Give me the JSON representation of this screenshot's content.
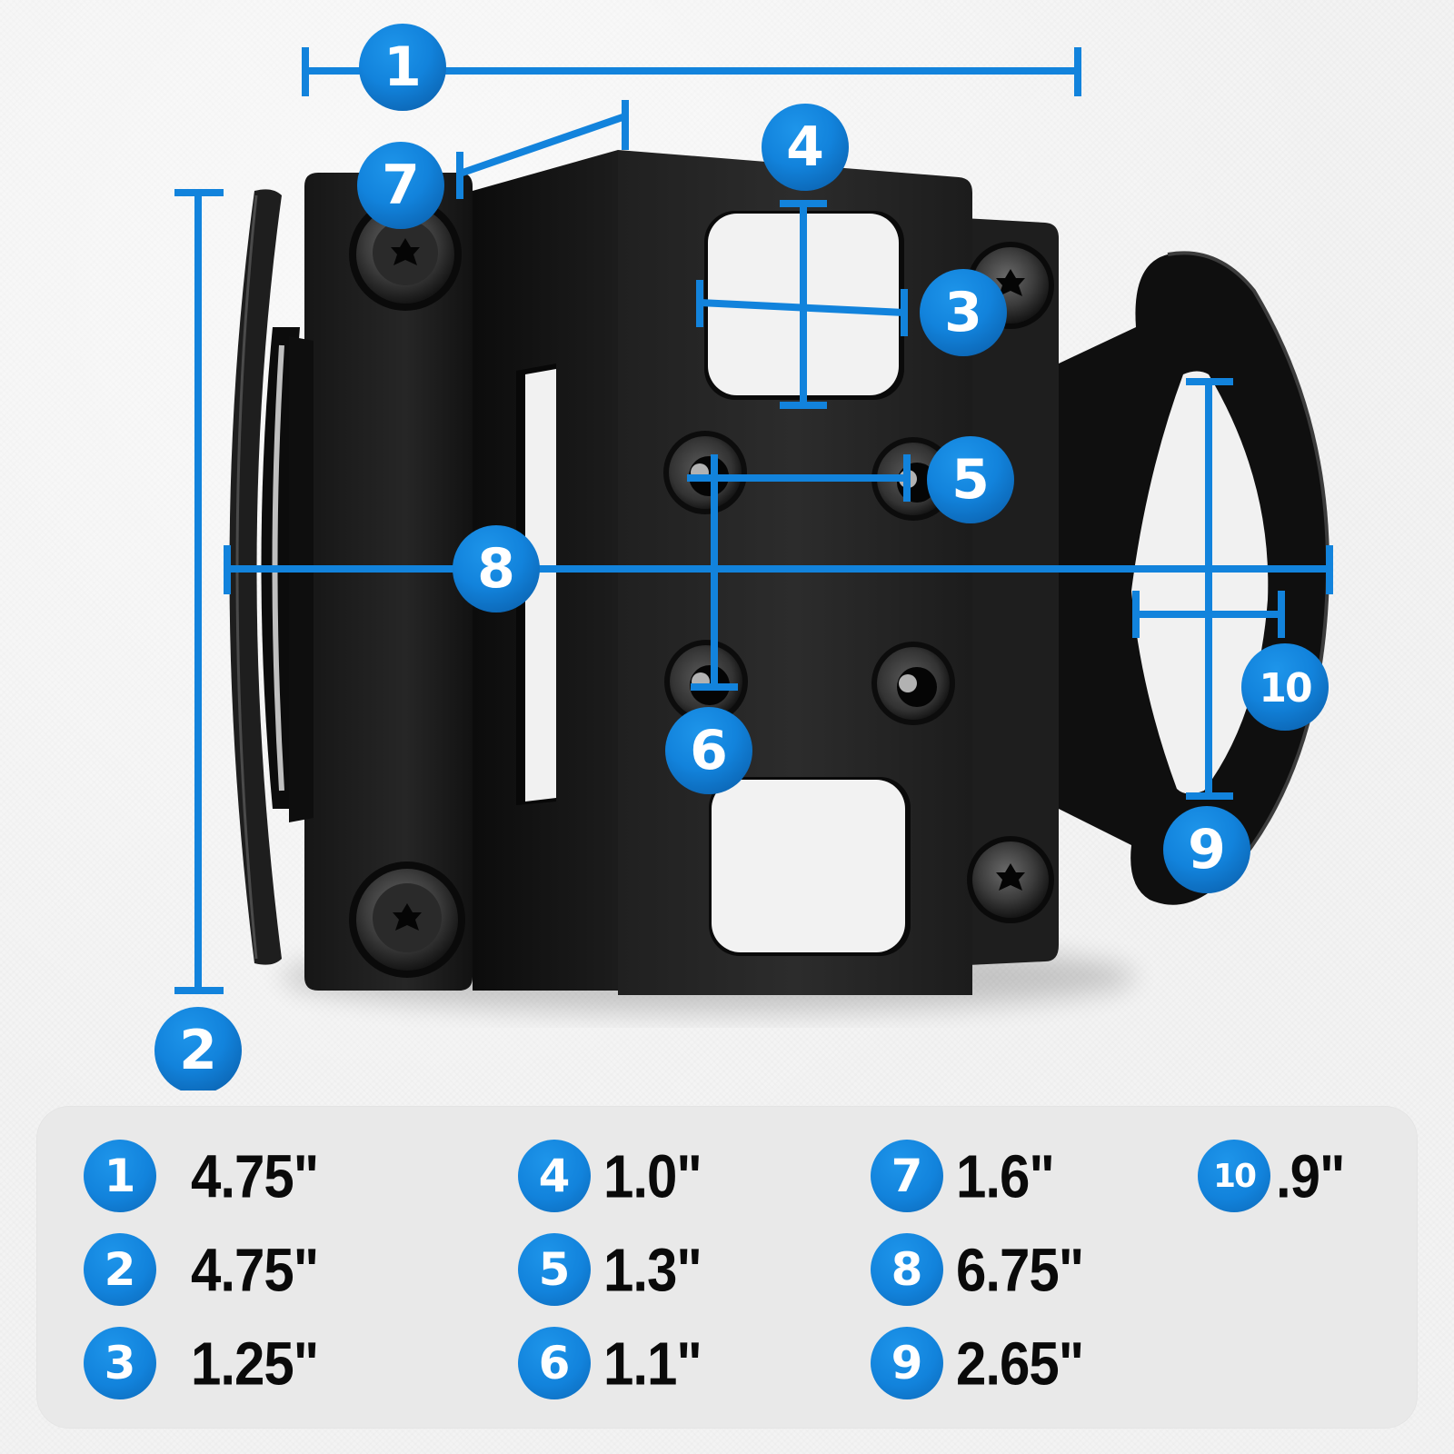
{
  "colors": {
    "accent_blue": "#1283dc",
    "accent_blue_dark": "#0c67b6",
    "bracket_black": "#1a1a1a",
    "background": "#f3f3f3",
    "legend_panel": "#e9e9e9",
    "text": "#0a0a0a"
  },
  "diagram": {
    "subject": "black steel mounting bracket with screws",
    "callouts": [
      {
        "id": "1",
        "label": "1",
        "description": "overall top width"
      },
      {
        "id": "2",
        "label": "2",
        "description": "overall height"
      },
      {
        "id": "3",
        "label": "3",
        "description": "upper cutout width"
      },
      {
        "id": "4",
        "label": "4",
        "description": "upper cutout height"
      },
      {
        "id": "5",
        "label": "5",
        "description": "threaded hole horizontal spacing"
      },
      {
        "id": "6",
        "label": "6",
        "description": "threaded hole vertical spacing"
      },
      {
        "id": "7",
        "label": "7",
        "description": "side flange depth"
      },
      {
        "id": "8",
        "label": "8",
        "description": "overall width including ring"
      },
      {
        "id": "9",
        "label": "9",
        "description": "ring opening height"
      },
      {
        "id": "10",
        "label": "10",
        "description": "ring opening width"
      }
    ]
  },
  "legend": {
    "items": [
      {
        "number": "1",
        "value": "4.75\""
      },
      {
        "number": "2",
        "value": "4.75\""
      },
      {
        "number": "3",
        "value": "1.25\""
      },
      {
        "number": "4",
        "value": "1.0\""
      },
      {
        "number": "5",
        "value": "1.3\""
      },
      {
        "number": "6",
        "value": "1.1\""
      },
      {
        "number": "7",
        "value": "1.6\""
      },
      {
        "number": "8",
        "value": "6.75\""
      },
      {
        "number": "9",
        "value": "2.65\""
      },
      {
        "number": "10",
        "value": ".9\""
      }
    ]
  }
}
